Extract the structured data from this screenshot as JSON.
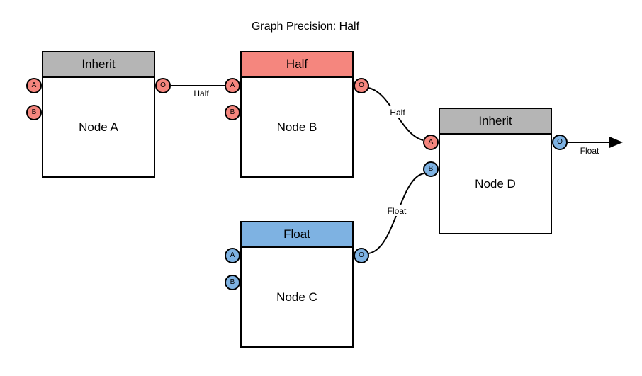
{
  "title": "Graph Precision: Half",
  "colors": {
    "node_border": "#000000",
    "node_background": "#ffffff",
    "header_inherit_gray": "#b5b5b5",
    "header_half_salmon": "#f5867e",
    "header_float_blue": "#7eb2e2",
    "edge_stroke": "#000000",
    "canvas_background": "#ffffff"
  },
  "nodes": [
    {
      "header": "Inherit",
      "label": "Node A",
      "ports": {
        "a": "A",
        "b": "B",
        "o": "O"
      }
    },
    {
      "header": "Half",
      "label": "Node B",
      "ports": {
        "a": "A",
        "b": "B",
        "o": "O"
      }
    },
    {
      "header": "Float",
      "label": "Node C",
      "ports": {
        "a": "A",
        "b": "B",
        "o": "O"
      }
    },
    {
      "header": "Inherit",
      "label": "Node D",
      "ports": {
        "a": "A",
        "b": "B",
        "o": "O"
      }
    }
  ],
  "edges": [
    {
      "from": "Node A.O",
      "to": "Node B.A",
      "label": "Half"
    },
    {
      "from": "Node B.O",
      "to": "Node D.A",
      "label": "Half"
    },
    {
      "from": "Node C.O",
      "to": "Node D.B",
      "label": "Float"
    },
    {
      "from": "Node D.O",
      "to": "output arrow",
      "label": "Float"
    }
  ]
}
